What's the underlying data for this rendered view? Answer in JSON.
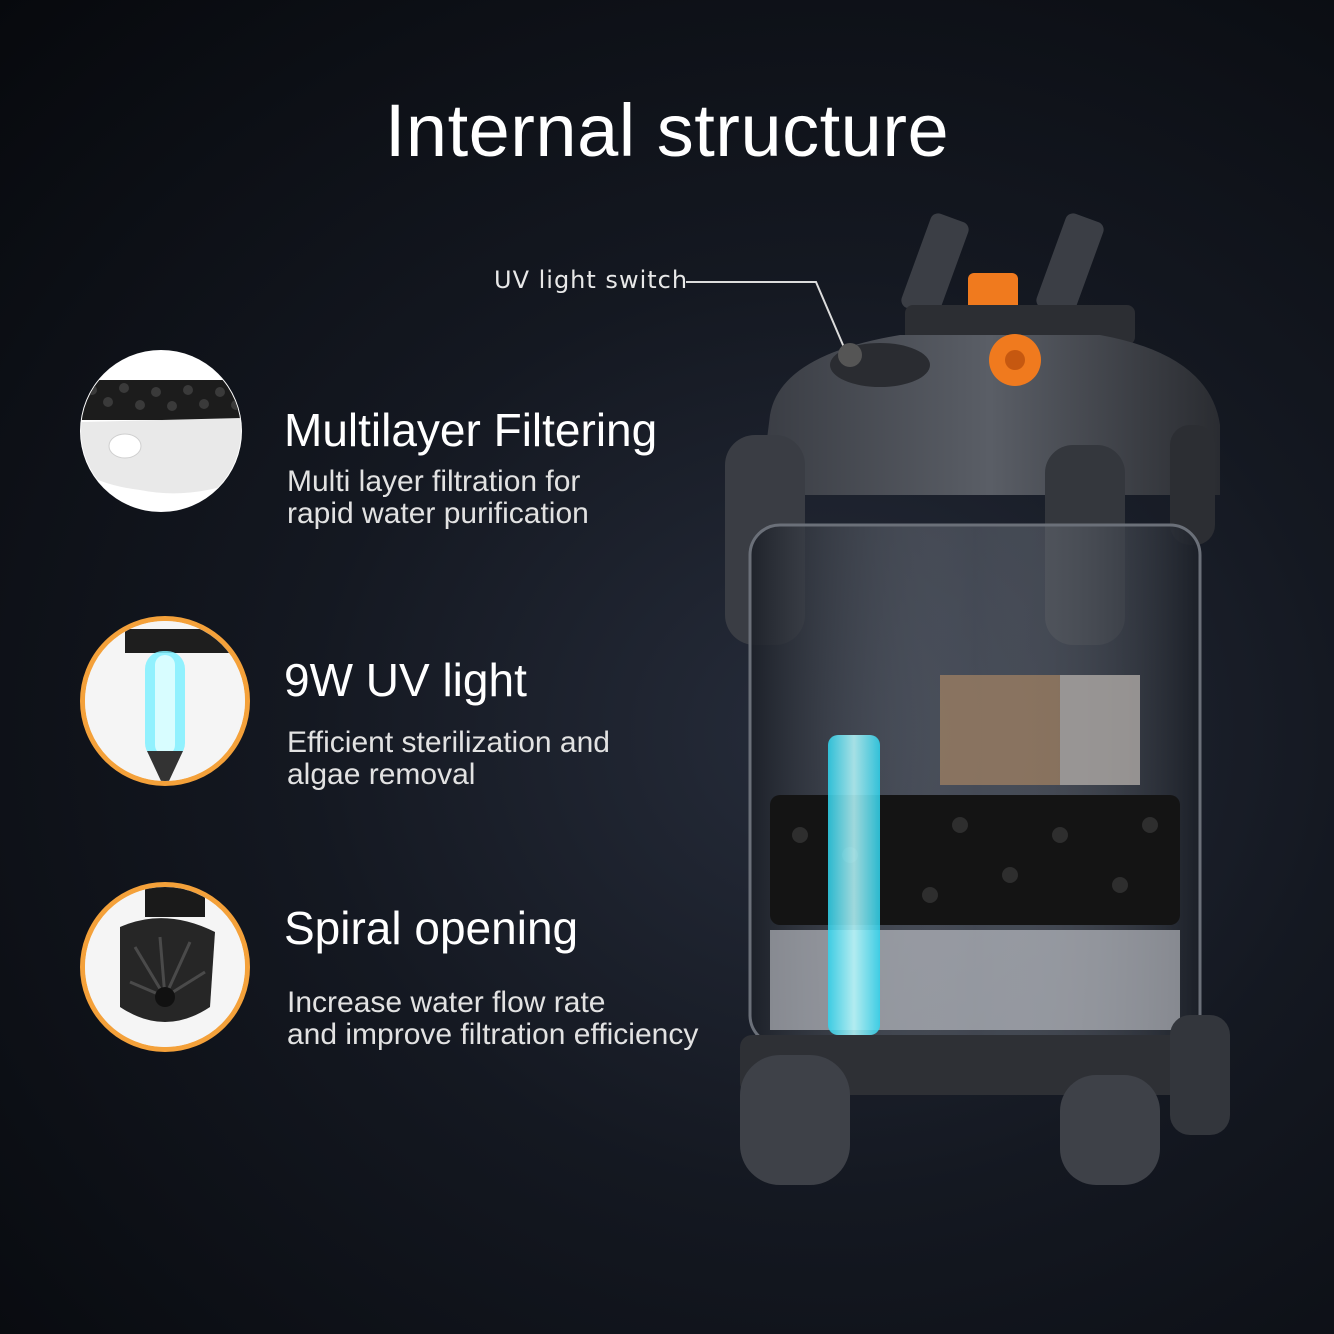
{
  "title": "Internal structure",
  "callout": {
    "label": "UV light switch"
  },
  "features": [
    {
      "title": "Multilayer Filtering",
      "description": "Multi layer filtration for\nrapid water purification",
      "icon": "filter-media-icon"
    },
    {
      "title": "9W UV light",
      "description": "Efficient sterilization and\nalgae removal",
      "icon": "uv-lamp-icon"
    },
    {
      "title": "Spiral opening",
      "description": "Increase water flow rate\nand improve filtration efficiency",
      "icon": "spiral-nozzle-icon"
    }
  ],
  "colors": {
    "accent": "#f4a13a",
    "uv_glow": "#5fe8ff",
    "background": "#0b0d12",
    "orange_cap": "#f07a1e"
  }
}
